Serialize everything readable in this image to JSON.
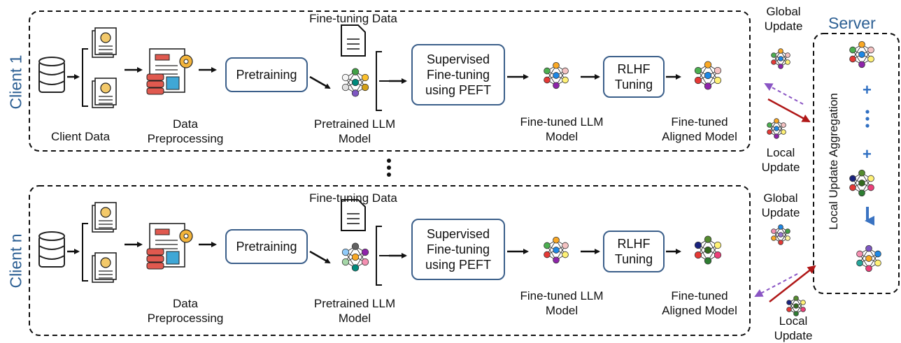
{
  "clients": [
    {
      "side_label": "Client 1",
      "client_data": "Client Data",
      "data_preprocessing": [
        "Data",
        "Preprocessing"
      ],
      "fine_tuning_data": "Fine-tuning Data",
      "pretraining": "Pretraining",
      "pretrained_model": [
        "Pretrained LLM",
        "Model"
      ],
      "sft": [
        "Supervised",
        "Fine-tuning",
        "using PEFT"
      ],
      "finetuned_model": [
        "Fine-tuned LLM",
        "Model"
      ],
      "rlhf": [
        "RLHF",
        "Tuning"
      ],
      "aligned_model": [
        "Fine-tuned",
        "Aligned Model"
      ],
      "global_update": [
        "Global",
        "Update"
      ],
      "local_update": [
        "Local",
        "Update"
      ]
    },
    {
      "side_label": "Client n",
      "client_data": "",
      "data_preprocessing": [
        "Data",
        "Preprocessing"
      ],
      "fine_tuning_data": "Fine-tuning Data",
      "pretraining": "Pretraining",
      "pretrained_model": [
        "Pretrained LLM",
        "Model"
      ],
      "sft": [
        "Supervised",
        "Fine-tuning",
        "using PEFT"
      ],
      "finetuned_model": [
        "Fine-tuned LLM",
        "Model"
      ],
      "rlhf": [
        "RLHF",
        "Tuning"
      ],
      "aligned_model": [
        "Fine-tuned",
        "Aligned Model"
      ],
      "global_update": [
        "Global",
        "Update"
      ],
      "local_update": [
        "Local",
        "Update"
      ]
    }
  ],
  "server": {
    "title": "Server",
    "aggregation_label": "Local Update Aggregation",
    "plus": "+"
  },
  "colors": {
    "dashed_border": "#111111",
    "box_border": "#3b5f8a",
    "title_blue": "#2c5f93",
    "arrow_black": "#111111",
    "arrow_red": "#b01818",
    "arrow_purple": "#8a55c4",
    "down_arrow": "#3a73c2"
  },
  "icons": [
    "database-icon",
    "document-info-icon",
    "preprocessing-icon",
    "document-icon",
    "neural-network-icon"
  ]
}
